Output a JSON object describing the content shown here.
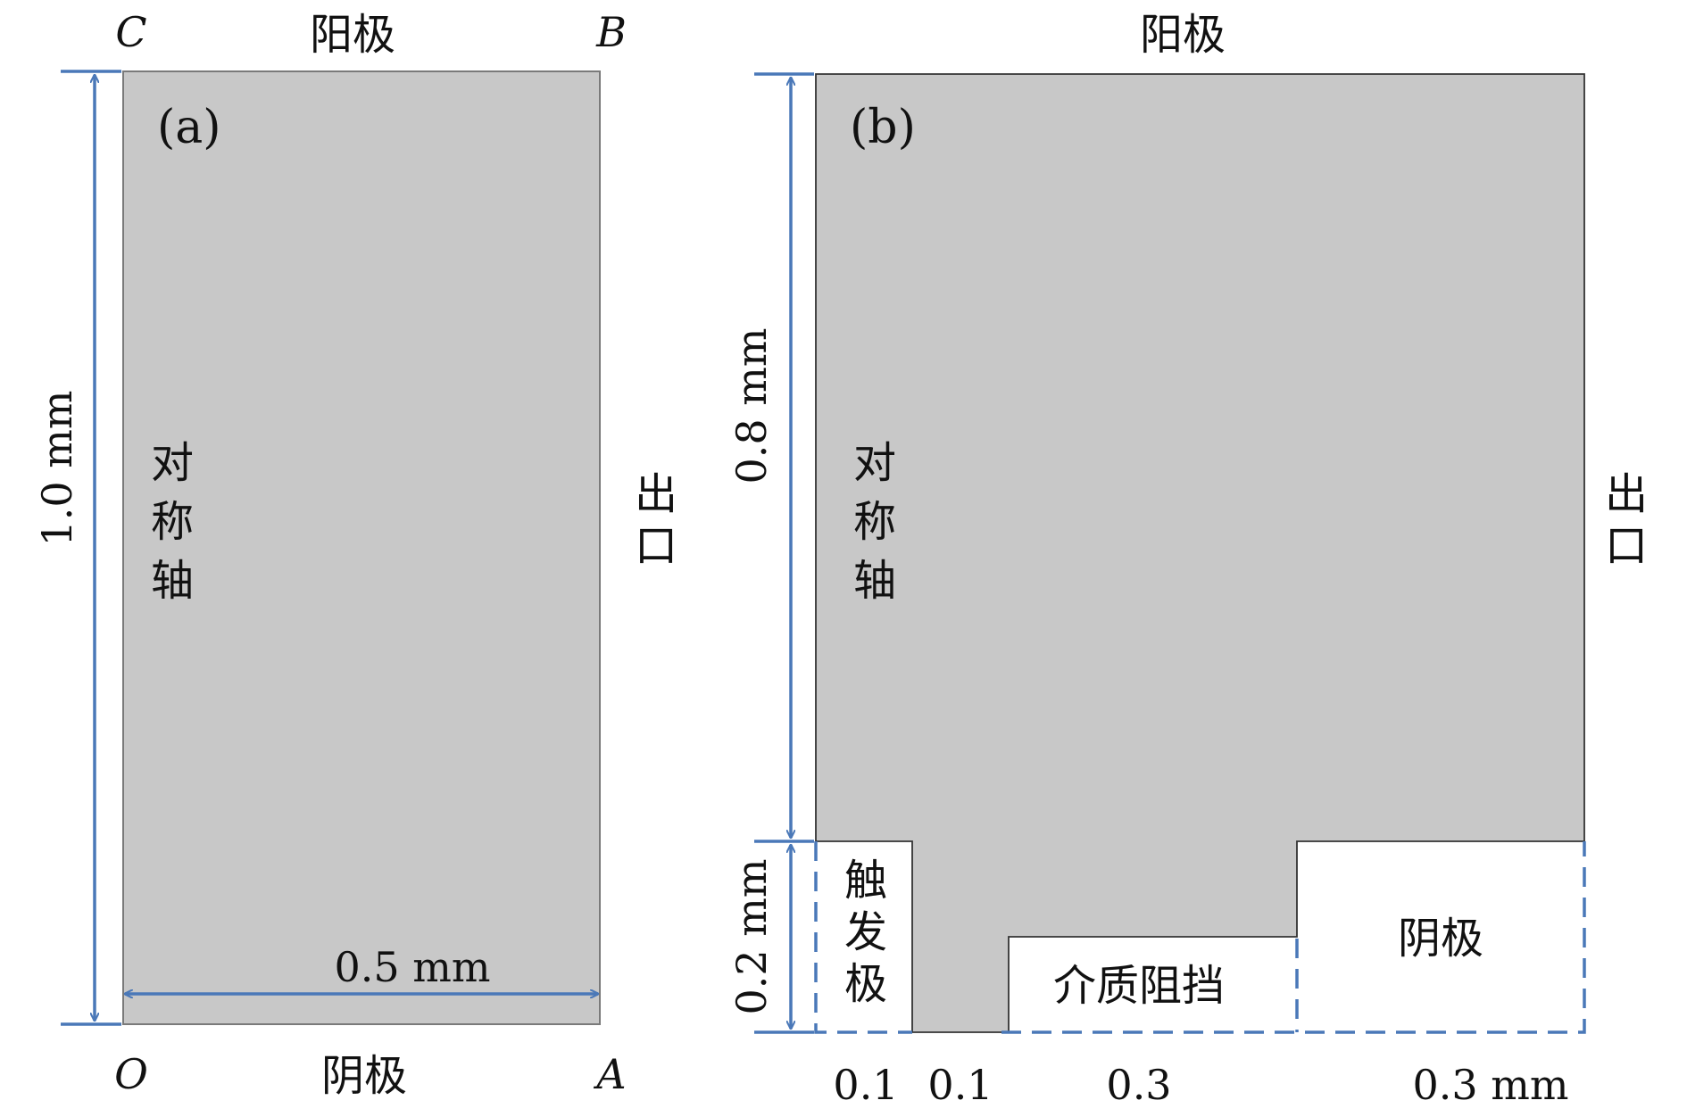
{
  "colors": {
    "domain_fill": "#c8c8c8",
    "domain_stroke": "#7a7a7a",
    "dimension_blue": "#4a78b8",
    "text": "#111111",
    "background": "#ffffff"
  },
  "panel_a": {
    "tag": "(a)",
    "corner_c": "C",
    "corner_b": "B",
    "corner_o": "O",
    "corner_a": "A",
    "top_label": "阳极",
    "bottom_label": "阴极",
    "right_label": "出口",
    "axis_label": "对称轴",
    "height_dim": "1.0 mm",
    "width_dim": "0.5 mm"
  },
  "panel_b": {
    "tag": "(b)",
    "top_label": "阳极",
    "right_label": "出口",
    "axis_label": "对称轴",
    "upper_height_dim": "0.8 mm",
    "lower_height_dim": "0.2 mm",
    "trigger_label": "触发极",
    "barrier_label": "介质阻挡",
    "cathode_label": "阴极",
    "widths": [
      "0.1",
      "0.1",
      "0.3",
      "0.3 mm"
    ]
  }
}
